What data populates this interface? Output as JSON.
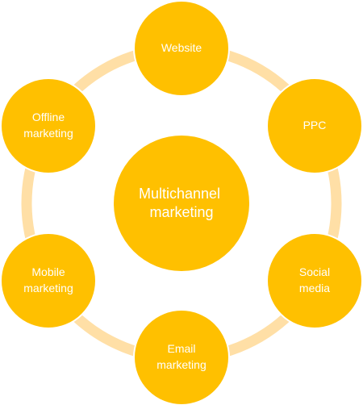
{
  "diagram": {
    "type": "cycle",
    "colors": {
      "node_fill": "#FFC000",
      "node_stroke": "#FFFFFF",
      "ring": "#FFDFA6",
      "text": "#FFFFFF"
    },
    "center": {
      "lines": [
        "Multichannel",
        "marketing"
      ]
    },
    "nodes": [
      {
        "id": "website",
        "lines": [
          "Website"
        ]
      },
      {
        "id": "ppc",
        "lines": [
          "PPC"
        ]
      },
      {
        "id": "social-media",
        "lines": [
          "Social",
          "media"
        ]
      },
      {
        "id": "email-marketing",
        "lines": [
          "Email",
          "marketing"
        ]
      },
      {
        "id": "mobile-marketing",
        "lines": [
          "Mobile",
          "marketing"
        ]
      },
      {
        "id": "offline-marketing",
        "lines": [
          "Offline",
          "marketing"
        ]
      }
    ]
  }
}
